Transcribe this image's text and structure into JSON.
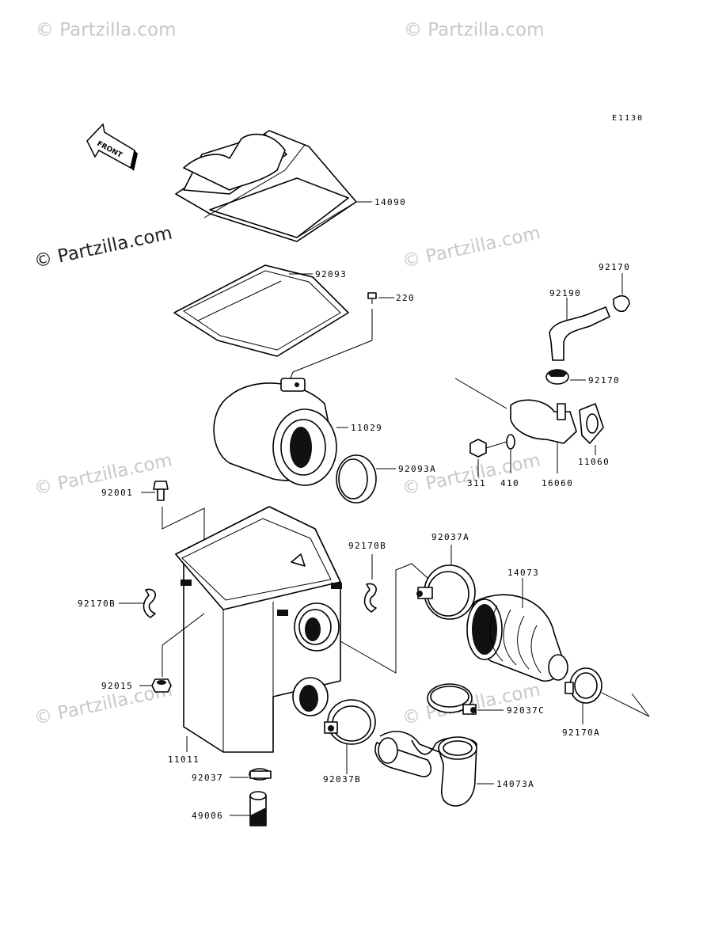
{
  "diagram_code": "E1130",
  "front_arrow_label": "FRONT",
  "watermark_main": "© Partzilla.com",
  "watermark_faint": "© Partzilla.com",
  "part_labels": {
    "p14090": "14090",
    "p92093": "92093",
    "p220": "220",
    "p92170_top": "92170",
    "p92190": "92190",
    "p92170_mid": "92170",
    "p11029": "11029",
    "p92093A": "92093A",
    "p92001": "92001",
    "p311": "311",
    "p410": "410",
    "p16060": "16060",
    "p11060": "11060",
    "p92170B_right": "92170B",
    "p92037A": "92037A",
    "p14073": "14073",
    "p92170B_left": "92170B",
    "p92015": "92015",
    "p92037C": "92037C",
    "p92170A": "92170A",
    "p11011": "11011",
    "p92037B": "92037B",
    "p14073A": "14073A",
    "p92037": "92037",
    "p49006": "49006"
  }
}
